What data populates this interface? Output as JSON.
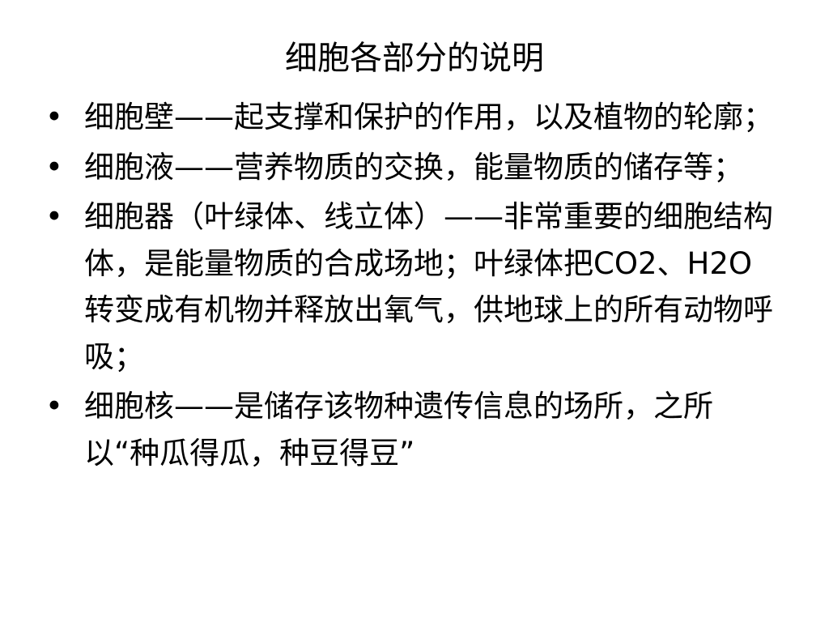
{
  "slide": {
    "title": "细胞各部分的说明",
    "bullet_symbol": "•",
    "bullets": [
      {
        "text": "细胞壁——起支撑和保护的作用，以及植物的轮廓；"
      },
      {
        "text": "细胞液——营养物质的交换，能量物质的储存等；"
      },
      {
        "text": "细胞器（叶绿体、线立体）——非常重要的细胞结构体，是能量物质的合成场地；叶绿体把CO2、H2O转变成有机物并释放出氧气，供地球上的所有动物呼吸；"
      },
      {
        "text": "细胞核——是储存该物种遗传信息的场所，之所以“种瓜得瓜，种豆得豆”"
      }
    ]
  }
}
